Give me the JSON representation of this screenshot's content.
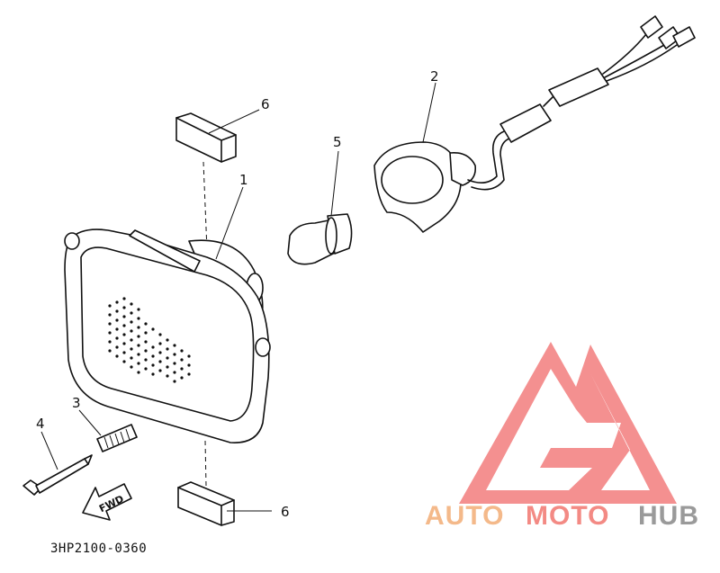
{
  "diagram": {
    "callouts": [
      "6",
      "2",
      "5",
      "1",
      "3",
      "4",
      "6"
    ],
    "arrow_label": "FWD",
    "part_code": "3HP2100-0360"
  },
  "watermark": {
    "word_a": "AUTO",
    "word_b": "MOTO",
    "word_c": "HUB",
    "color_a": "#f4b98a",
    "color_b": "#f38a84",
    "color_c": "#9a9a9a",
    "logo_color": "#f27d7d"
  }
}
